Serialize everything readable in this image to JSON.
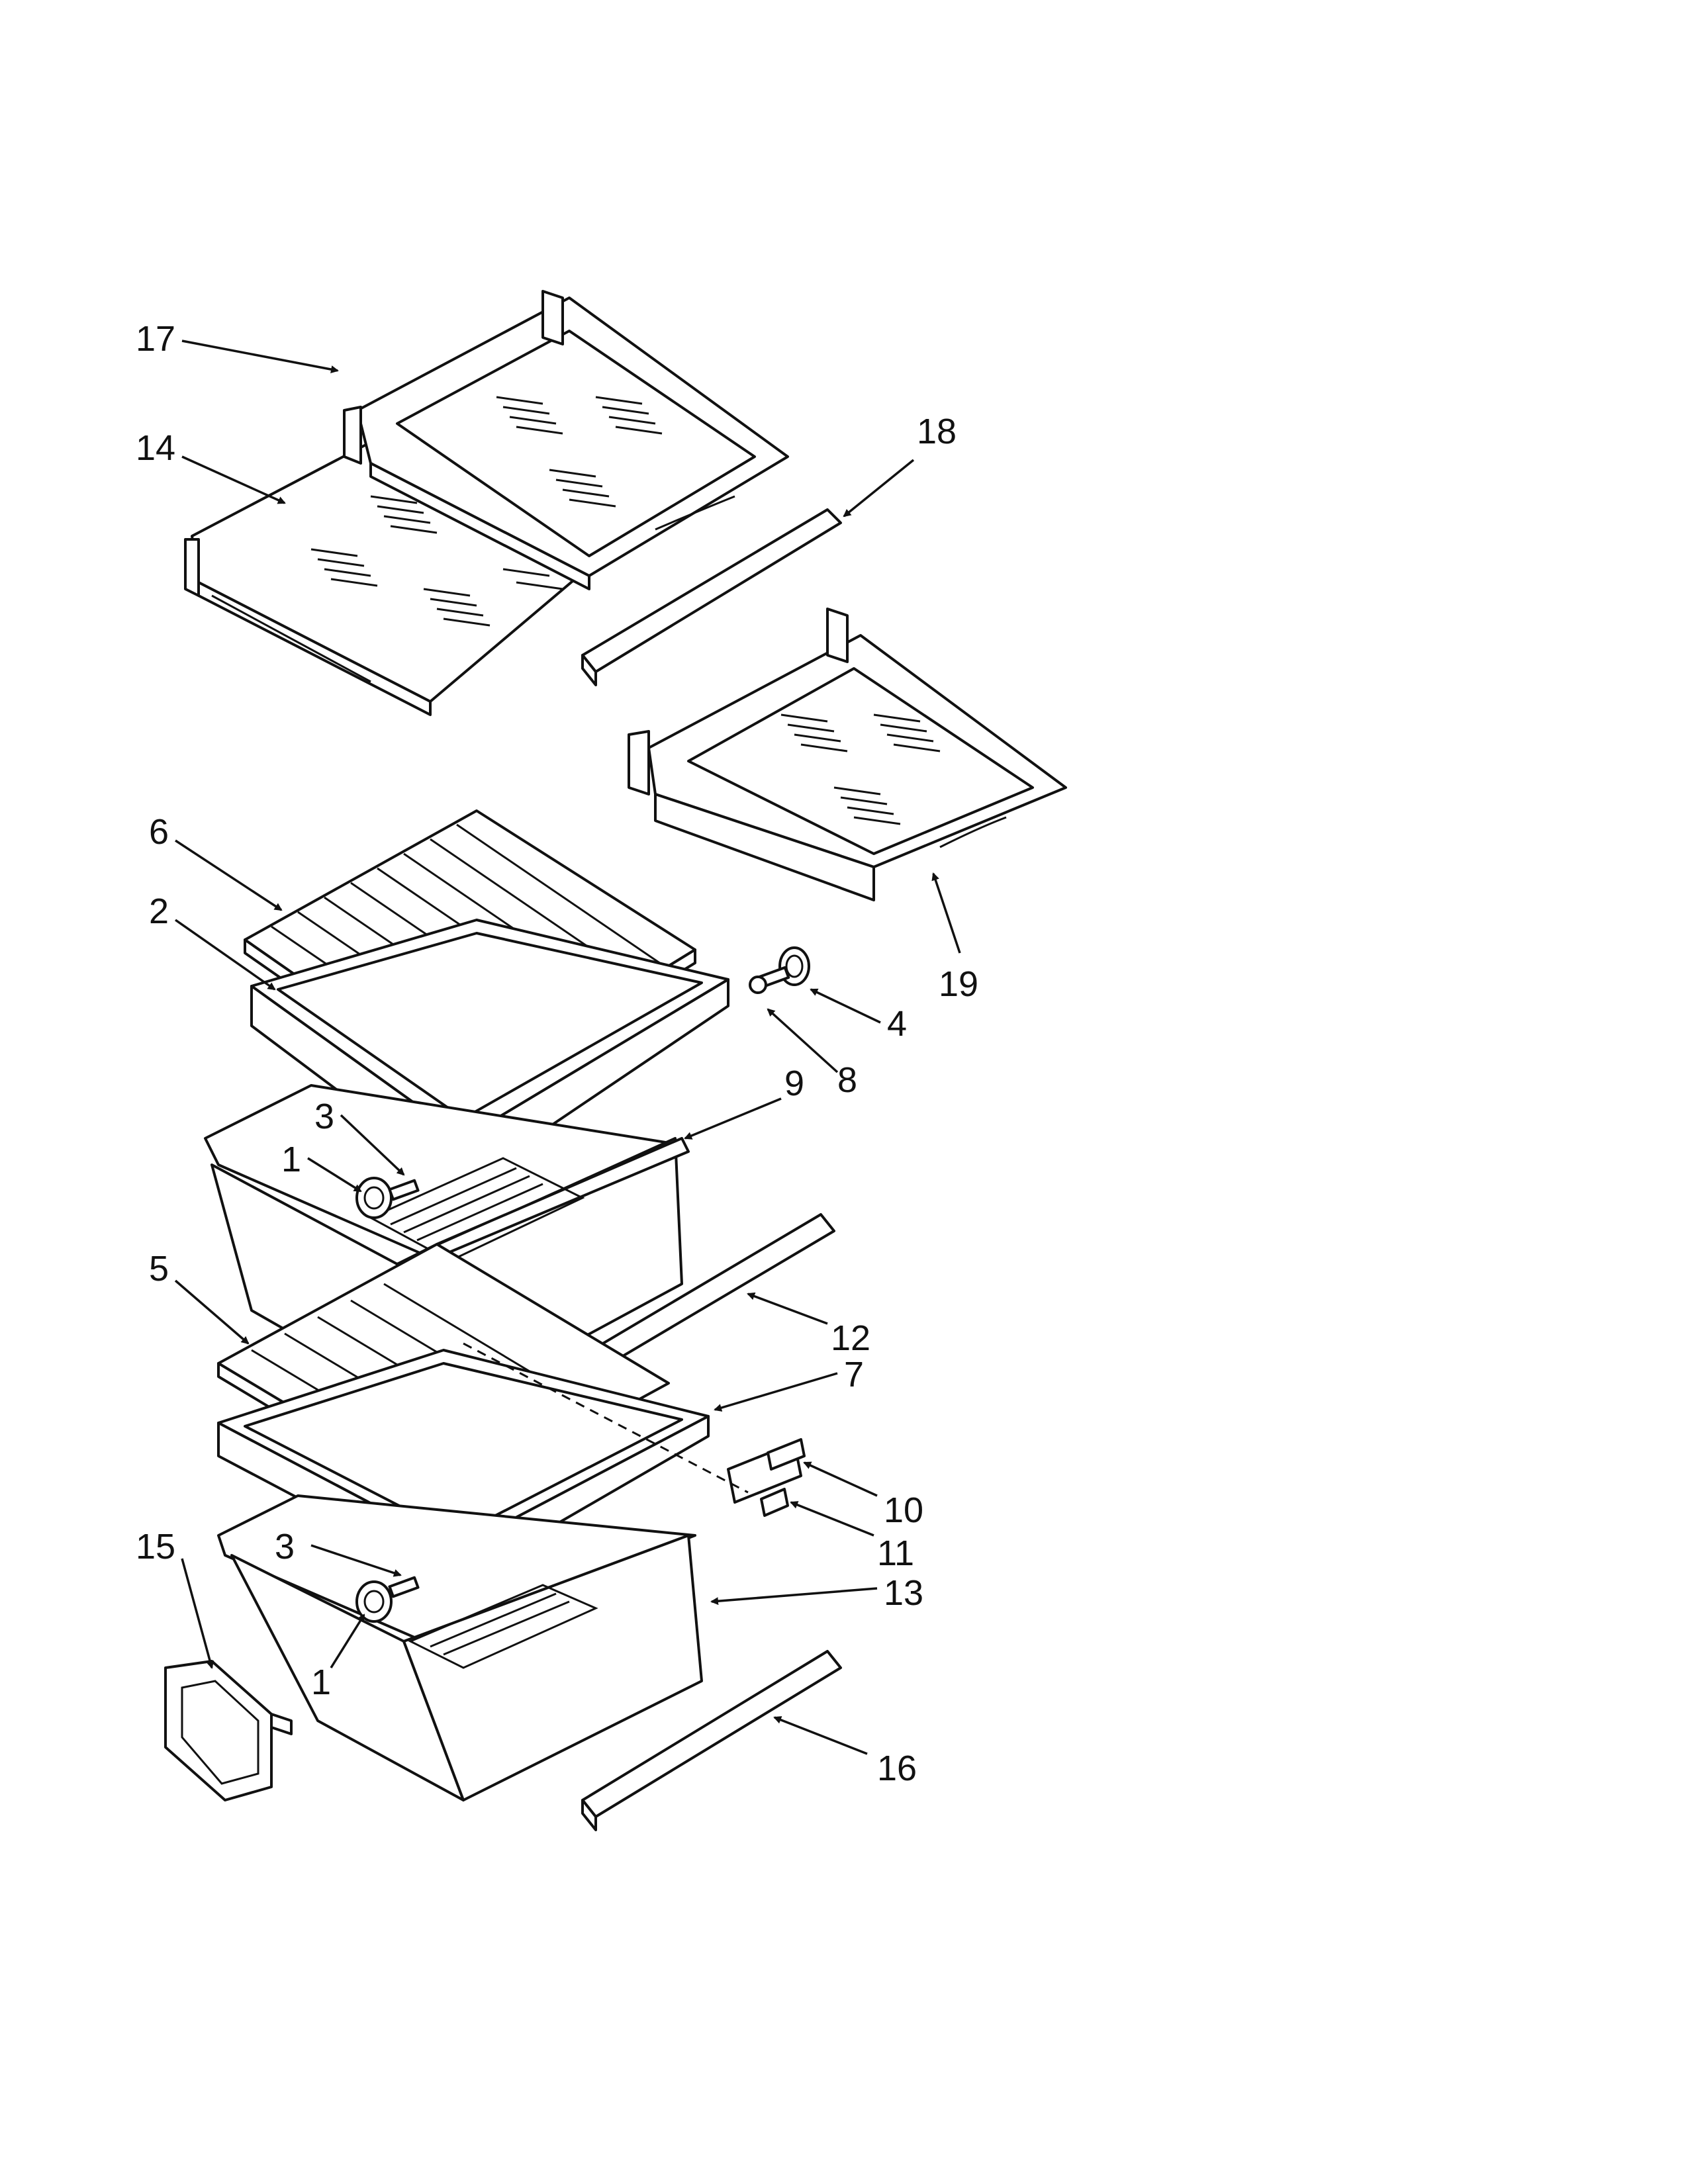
{
  "callouts": {
    "c17": "17",
    "c14": "14",
    "c18": "18",
    "c19": "19",
    "c6": "6",
    "c2": "2",
    "c4": "4",
    "c8": "8",
    "c9": "9",
    "c3a": "3",
    "c1a": "1",
    "c5": "5",
    "c12": "12",
    "c7": "7",
    "c10": "10",
    "c11": "11",
    "c15": "15",
    "c3b": "3",
    "c1b": "1",
    "c13": "13",
    "c16": "16"
  }
}
